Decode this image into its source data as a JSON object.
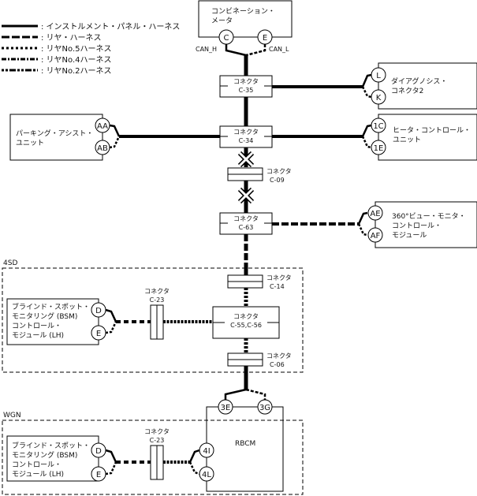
{
  "legend": [
    {
      "style": "solid",
      "label": ": インストルメント・パネル・ハーネス"
    },
    {
      "style": "long-dash",
      "label": ": リヤ・ハーネス"
    },
    {
      "style": "square-dot",
      "label": ": リヤNo.5ハーネス"
    },
    {
      "style": "dash-dot",
      "label": ": リヤNo.4ハーネス"
    },
    {
      "style": "dash-dot-dot",
      "label": ": リヤNo.2ハーネス"
    }
  ],
  "meter": {
    "line1": "コンビネーション・",
    "line2": "メータ",
    "pin_h": "C",
    "pin_l": "E",
    "can_h": "CAN_H",
    "can_l": "CAN_L"
  },
  "connector_word": "コネクタ",
  "connectors": {
    "c35": "C-35",
    "c34": "C-34",
    "c09": "C-09",
    "c63": "C-63",
    "c14": "C-14",
    "c5556": "C-55,C-56",
    "c06": "C-06",
    "c23a": "C-23",
    "c23b": "C-23"
  },
  "diag": {
    "line1": "ダイアグノシス・",
    "line2": "コネクタ2",
    "pin1": "L",
    "pin2": "K"
  },
  "heater": {
    "line1": "ヒータ・コントロール・",
    "line2": "ユニット",
    "pin1": "1C",
    "pin2": "1E"
  },
  "parking": {
    "line1": "パーキング・アシスト・",
    "line2": "ユニット",
    "pin1": "AA",
    "pin2": "AB"
  },
  "view360": {
    "line1": "360°ビュー・モニタ・",
    "line2": "コントロール・",
    "line3": "モジュール",
    "pin1": "AE",
    "pin2": "AF"
  },
  "bsm": {
    "line1": "ブラインド・スポット・",
    "line2": "モニタリング (BSM)",
    "line3": "コントロール・",
    "line4": "モジュール (LH)",
    "pin1": "D",
    "pin2": "E"
  },
  "rbcm": {
    "label": "RBCM",
    "pin_3e": "3E",
    "pin_3g": "3G",
    "pin_4i": "4I",
    "pin_4l": "4L"
  },
  "regions": {
    "sd": "4SD",
    "wgn": "WGN"
  }
}
